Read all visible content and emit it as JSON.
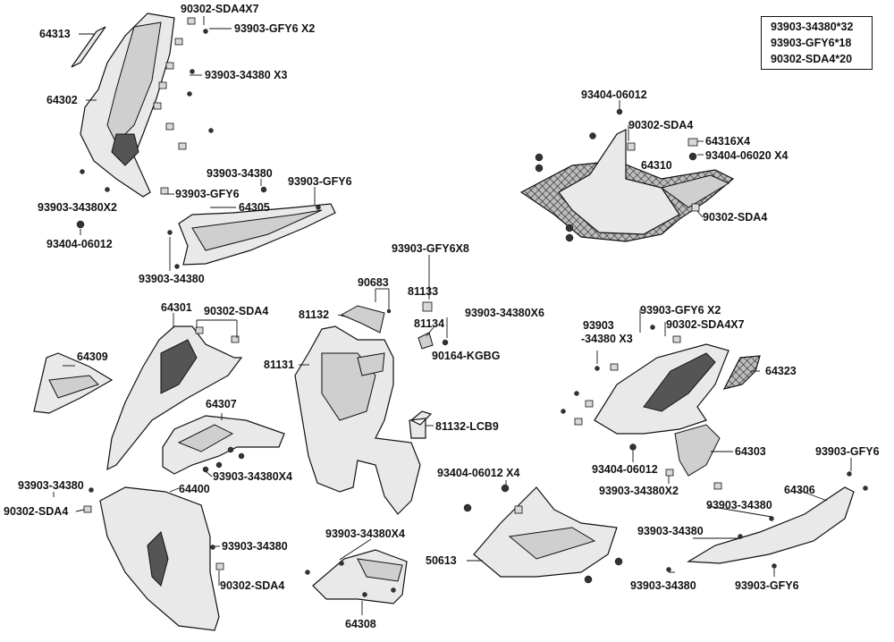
{
  "legend": [
    "93903-34380*32",
    "93903-GFY6*18",
    "90302-SDA4*20"
  ],
  "labels": {
    "l64313": "64313",
    "l90302_sda4x7_top": "90302-SDA4X7",
    "l93903_gfy6x2_top": "93903-GFY6 X2",
    "l93903_34380x3_top": "93903-34380 X3",
    "l64302": "64302",
    "l93903_34380_a": "93903-34380",
    "l93903_gfy6_a": "93903-GFY6",
    "l93903_gfy6_b": "93903-GFY6",
    "l93903_34380x2_left": "93903-34380X2",
    "l64305": "64305",
    "l93404_06012_left": "93404-06012",
    "l93903_34380_b": "93903-34380",
    "l93404_06012_top": "93404-06012",
    "l90302_sda4_top": "90302-SDA4",
    "l64316x4": "64316X4",
    "l93404_06020x4": "93404-06020 X4",
    "l64310": "64310",
    "l90302_sda4_right": "90302-SDA4",
    "l93903_gfy6x8": "93903-GFY6X8",
    "l90683": "90683",
    "l81133": "81133",
    "l81132": "81132",
    "l81134": "81134",
    "l93903_34380x6": "93903-34380X6",
    "l90164_kgbg": "90164-KGBG",
    "l64301": "64301",
    "l90302_sda4_mid": "90302-SDA4",
    "l64309": "64309",
    "l81131": "81131",
    "l93903_gfy6x2_right": "93903-GFY6 X2",
    "l93903_r1": "93903",
    "l34380x3_r": "-34380 X3",
    "l90302_sda4x7_right": "90302-SDA4X7",
    "l64323": "64323",
    "l64307": "64307",
    "l81132_lcb9": "81132-LCB9",
    "l93903_34380x4_mid": "93903-34380X4",
    "l64303": "64303",
    "l93404_06012_mid": "93404-06012",
    "l93404_06012x4": "93404-06012 X4",
    "l93903_34380x2_right": "93903-34380X2",
    "l93903_gfy6_right": "93903-GFY6",
    "l64306": "64306",
    "l93903_34380_c": "93903-34380",
    "l90302_sda4_left": "90302-SDA4",
    "l64400": "64400",
    "l93903_34380_d": "93903-34380",
    "l93903_34380x4_low": "93903-34380X4",
    "l93903_34380_e": "93903-34380",
    "l93903_34380_f": "93903-34380",
    "l90302_sda4_low": "90302-SDA4",
    "l50613": "50613",
    "l93903_34380_g": "93903-34380",
    "l93903_gfy6_low": "93903-GFY6",
    "l64308": "64308"
  }
}
